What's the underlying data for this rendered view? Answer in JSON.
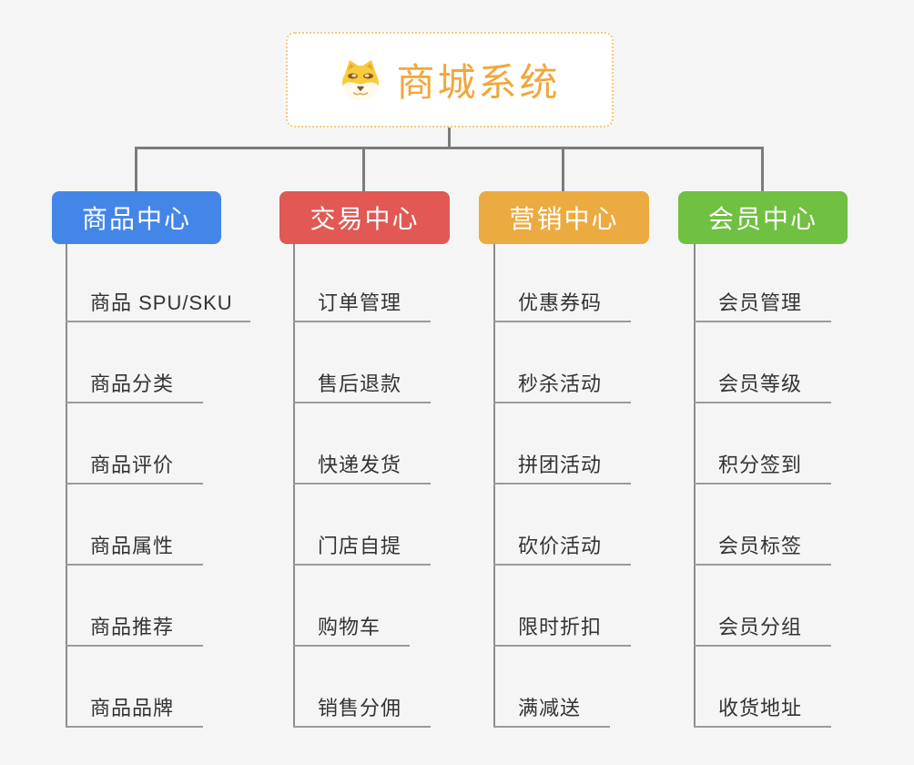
{
  "app": {
    "background_color": "#F5F5F5",
    "connector_color": "#7C7C7C",
    "line_color": "#9B9B9B"
  },
  "root": {
    "title": "商城系统",
    "title_color": "#F0A73C",
    "border_color": "#F5C97F",
    "icon": "doge-face-icon"
  },
  "branches": [
    {
      "label": "商品中心",
      "color": "#4486E8",
      "items": [
        "商品 SPU/SKU",
        "商品分类",
        "商品评价",
        "商品属性",
        "商品推荐",
        "商品品牌"
      ]
    },
    {
      "label": "交易中心",
      "color": "#E15854",
      "items": [
        "订单管理",
        "售后退款",
        "快递发货",
        "门店自提",
        "购物车",
        "销售分佣"
      ]
    },
    {
      "label": "营销中心",
      "color": "#ECAB40",
      "items": [
        "优惠券码",
        "秒杀活动",
        "拼团活动",
        "砍价活动",
        "限时折扣",
        "满减送"
      ]
    },
    {
      "label": "会员中心",
      "color": "#70C041",
      "items": [
        "会员管理",
        "会员等级",
        "积分签到",
        "会员标签",
        "会员分组",
        "收货地址"
      ]
    }
  ]
}
